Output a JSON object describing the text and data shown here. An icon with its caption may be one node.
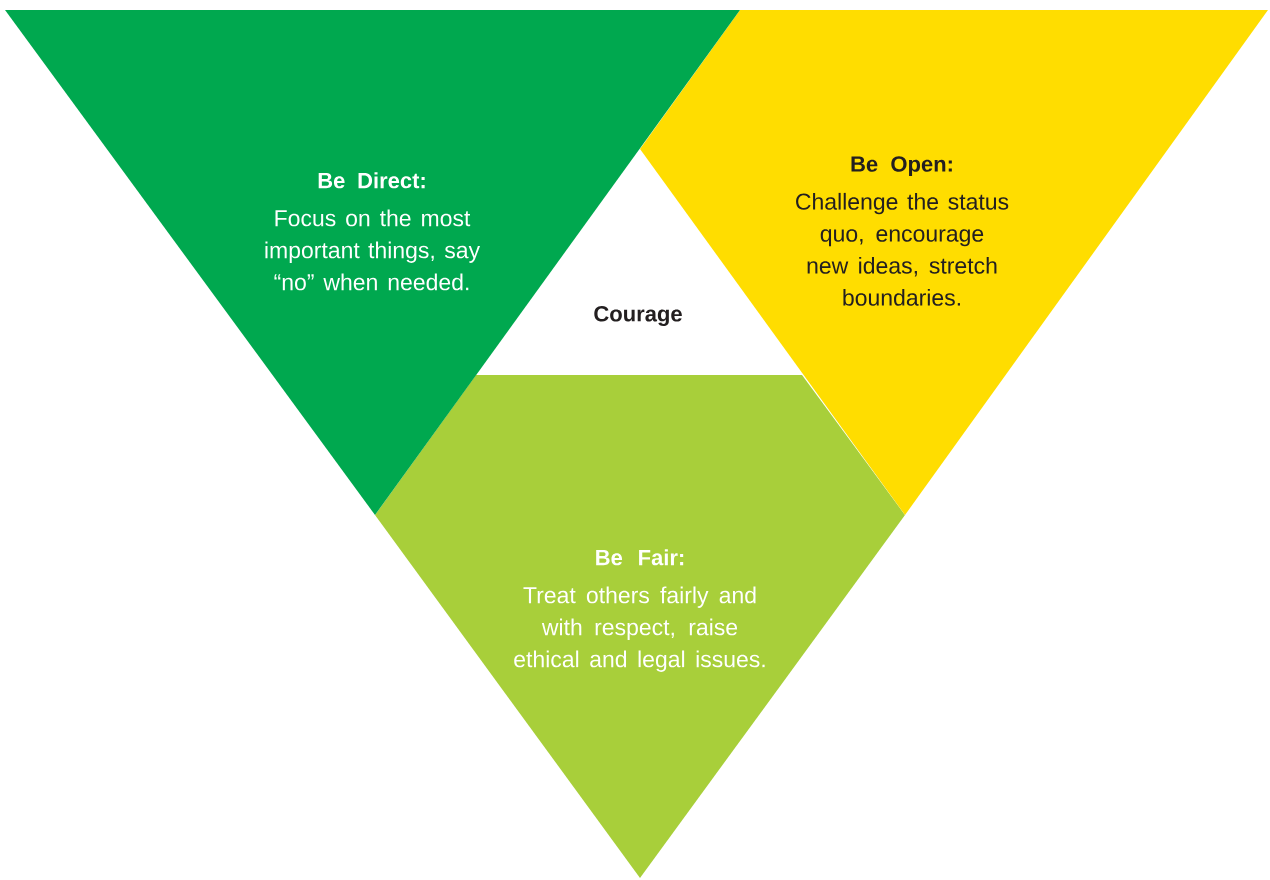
{
  "diagram": {
    "nodes": [
      {
        "text": [
          "Be Direct:",
          "Focus on the most important things, say “no” when needed."
        ]
      },
      {
        "text": [
          "Be Open:",
          "Challenge the status quo, encourage new ideas, stretch boundaries."
        ]
      },
      {
        "text": [
          "Be Fair:",
          "Treat others fairly and with respect, raise ethical and legal issues."
        ]
      }
    ],
    "labels": [
      "Courage"
    ]
  }
}
